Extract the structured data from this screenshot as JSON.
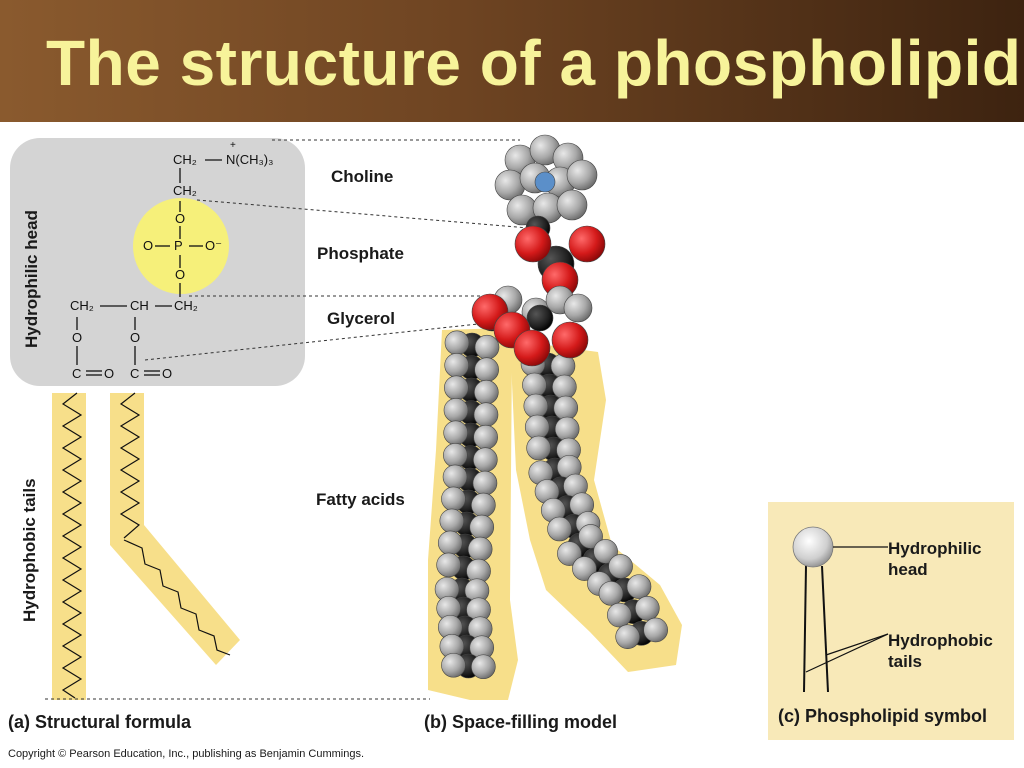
{
  "slide": {
    "title": "The structure of a phospholipid"
  },
  "formula": {
    "side_labels": [
      "Hydrophilic head",
      "Hydrophobic tails"
    ],
    "chem": {
      "ch2": "CH₂",
      "choline_group": "N(CH₃)₃",
      "plus": "+",
      "o": "O",
      "p": "P",
      "o_minus": "O⁻",
      "ch": "CH",
      "c": "C"
    },
    "caption": "(a) Structural formula"
  },
  "model": {
    "labels": {
      "choline": "Choline",
      "phosphate": "Phosphate",
      "glycerol": "Glycerol",
      "fatty_acids": "Fatty acids"
    },
    "caption": "(b) Space-filling model"
  },
  "symbol": {
    "head_label": "Hydrophilic head",
    "tails_label": "Hydrophobic tails",
    "caption": "(c) Phospholipid symbol"
  },
  "copyright": "Copyright © Pearson Education, Inc., publishing as Benjamin Cummings.",
  "colors": {
    "title": "#f7f39a",
    "head_panel": "#d4d4d4",
    "phosphate_circle": "#f6f07a",
    "tail_band": "#f7df8a",
    "oxygen": "#d41a1a",
    "carbon": "#1e1e1e",
    "hydrogen": "#a8a8a8",
    "nitrogen": "#5b8fc9"
  }
}
